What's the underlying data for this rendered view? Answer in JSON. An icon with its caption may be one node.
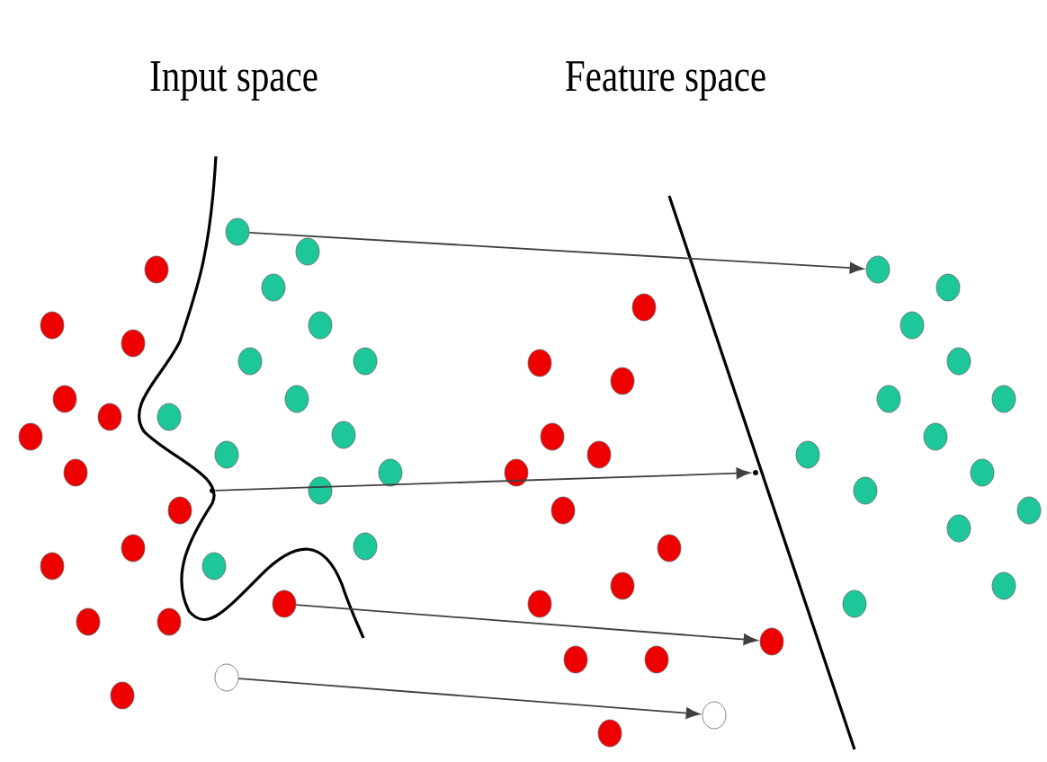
{
  "diagram": {
    "nodes": [
      {
        "text": [],
        "shape": "circle"
      },
      {
        "text": [],
        "shape": "circle"
      },
      {
        "text": [],
        "shape": "circle"
      },
      {
        "text": [],
        "shape": "circle"
      },
      {
        "text": [],
        "shape": "circle"
      },
      {
        "text": [],
        "shape": "circle"
      },
      {
        "text": [],
        "shape": "circle"
      },
      {
        "text": [],
        "shape": "circle"
      },
      {
        "text": [],
        "shape": "circle"
      },
      {
        "text": [],
        "shape": "circle"
      },
      {
        "text": [],
        "shape": "circle"
      },
      {
        "text": [],
        "shape": "circle"
      },
      {
        "text": [],
        "shape": "circle"
      },
      {
        "text": [],
        "shape": "circle"
      },
      {
        "text": [],
        "shape": "circle"
      },
      {
        "text": [],
        "shape": "circle"
      },
      {
        "text": [],
        "shape": "circle"
      },
      {
        "text": [],
        "shape": "circle"
      },
      {
        "text": [],
        "shape": "circle"
      },
      {
        "text": [],
        "shape": "circle"
      },
      {
        "text": [],
        "shape": "circle"
      },
      {
        "text": [],
        "shape": "circle"
      },
      {
        "text": [],
        "shape": "circle"
      },
      {
        "text": [],
        "shape": "circle"
      },
      {
        "text": [],
        "shape": "circle"
      },
      {
        "text": [],
        "shape": "circle"
      },
      {
        "text": [],
        "shape": "circle"
      },
      {
        "text": [],
        "shape": "circle"
      },
      {
        "text": [],
        "shape": "circle"
      },
      {
        "text": [],
        "shape": "circle"
      },
      {
        "text": [],
        "shape": "circle"
      },
      {
        "text": [],
        "shape": "circle"
      },
      {
        "text": [],
        "shape": "circle"
      },
      {
        "text": [],
        "shape": "circle"
      },
      {
        "text": [],
        "shape": "circle"
      },
      {
        "text": [],
        "shape": "circle"
      },
      {
        "text": [],
        "shape": "circle"
      },
      {
        "text": [],
        "shape": "circle"
      },
      {
        "text": [],
        "shape": "circle"
      },
      {
        "text": [],
        "shape": "circle"
      },
      {
        "text": [],
        "shape": "circle"
      },
      {
        "text": [],
        "shape": "circle"
      },
      {
        "text": [],
        "shape": "circle"
      },
      {
        "text": [],
        "shape": "circle"
      },
      {
        "text": [],
        "shape": "circle"
      },
      {
        "text": [],
        "shape": "circle"
      },
      {
        "text": [],
        "shape": "circle"
      },
      {
        "text": [],
        "shape": "circle"
      },
      {
        "text": [],
        "shape": "circle"
      },
      {
        "text": [],
        "shape": "circle"
      },
      {
        "text": [],
        "shape": "circle"
      },
      {
        "text": [],
        "shape": "circle"
      },
      {
        "text": [],
        "shape": "circle"
      },
      {
        "text": [],
        "shape": "circle"
      },
      {
        "text": [],
        "shape": "circle"
      },
      {
        "text": [],
        "shape": "circle"
      },
      {
        "text": [],
        "shape": "circle"
      },
      {
        "text": [],
        "shape": "circle"
      },
      {
        "text": [],
        "shape": "point"
      },
      {
        "text": [],
        "shape": "point"
      }
    ],
    "edges": [
      {
        "from": 14,
        "to": 43,
        "arrow": "to"
      },
      {
        "from": 58,
        "to": 59,
        "arrow": "to"
      },
      {
        "from": 13,
        "to": 39,
        "arrow": "to"
      },
      {
        "from": 28,
        "to": 57,
        "arrow": "to"
      }
    ],
    "labels": [
      "Input space",
      "Feature space"
    ]
  }
}
